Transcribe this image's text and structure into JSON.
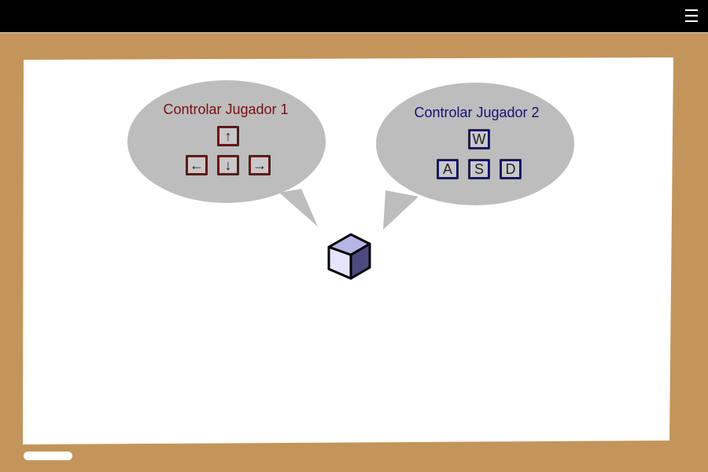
{
  "menu": {
    "icon": "hamburger-menu-icon",
    "glyph": "☰"
  },
  "player1": {
    "title": "Controlar Jugador 1",
    "color": "#7a0f0f",
    "keys": {
      "up": "↑",
      "left": "←",
      "down": "↓",
      "right": "→"
    }
  },
  "player2": {
    "title": "Controlar Jugador 2",
    "color": "#12127a",
    "keys": {
      "up": "W",
      "left": "A",
      "down": "S",
      "right": "D"
    }
  },
  "colors": {
    "board_frame": "#c4955a",
    "whiteboard": "#ffffff",
    "bubble": "#bdbdbd",
    "cube_light": "#e4e4fa",
    "cube_top": "#b6b6e4",
    "cube_dark": "#4a4a80"
  },
  "objects": {
    "cube_icon": "cube-icon",
    "eraser": "whiteboard-eraser"
  }
}
